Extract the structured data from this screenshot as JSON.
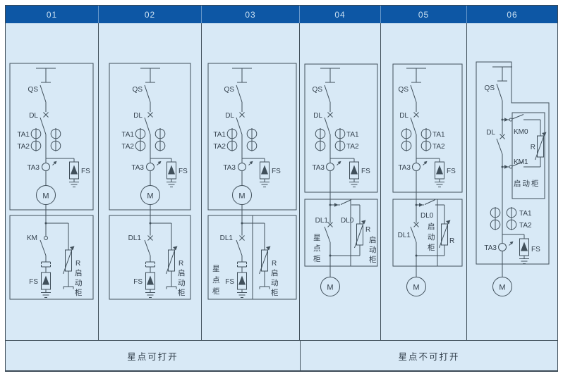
{
  "header": {
    "columns": [
      "01",
      "02",
      "03",
      "04",
      "05",
      "06"
    ]
  },
  "footer": {
    "left": "星点可打开",
    "right": "星点不可打开"
  },
  "colors": {
    "header_bg": "#0D57A5",
    "header_text": "#C9E0F2",
    "panel_bg": "#D8E9F6",
    "line": "#41505B",
    "text": "#323F4B"
  },
  "labels": {
    "qs": "QS",
    "dl": "DL",
    "ta1": "TA1",
    "ta2": "TA2",
    "ta3": "TA3",
    "fs": "FS",
    "motor": "M",
    "r": "R",
    "km": "KM",
    "dl1": "DL1",
    "dl0": "DL0",
    "km0": "KM0",
    "km1": "KM1",
    "start_cabinet": "启动柜",
    "start_cabinet_chars": [
      "启",
      "动",
      "柜"
    ],
    "star_cabinet_chars": [
      "星",
      "点",
      "柜"
    ]
  }
}
